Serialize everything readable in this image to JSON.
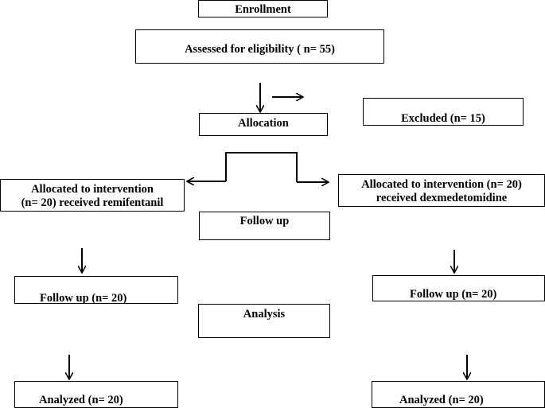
{
  "flow": {
    "enrollment": "Enrollment",
    "assessed": "Assessed for eligibility ( n= 55)",
    "excluded": "Excluded (n= 15)",
    "allocation": "Allocation",
    "left_alloc_line1": "Allocated to intervention",
    "left_alloc_line2": "(n= 20) received remifentanil",
    "right_alloc_line1": "Allocated to intervention (n= 20)",
    "right_alloc_line2": "received dexmedetomidine",
    "followup_header": "Follow up",
    "left_followup": "Follow up (n= 20)",
    "right_followup": "Follow up (n= 20)",
    "analysis_header": "Analysis",
    "left_analyzed": "Analyzed (n= 20)",
    "right_analyzed": "Analyzed (n= 20)"
  }
}
